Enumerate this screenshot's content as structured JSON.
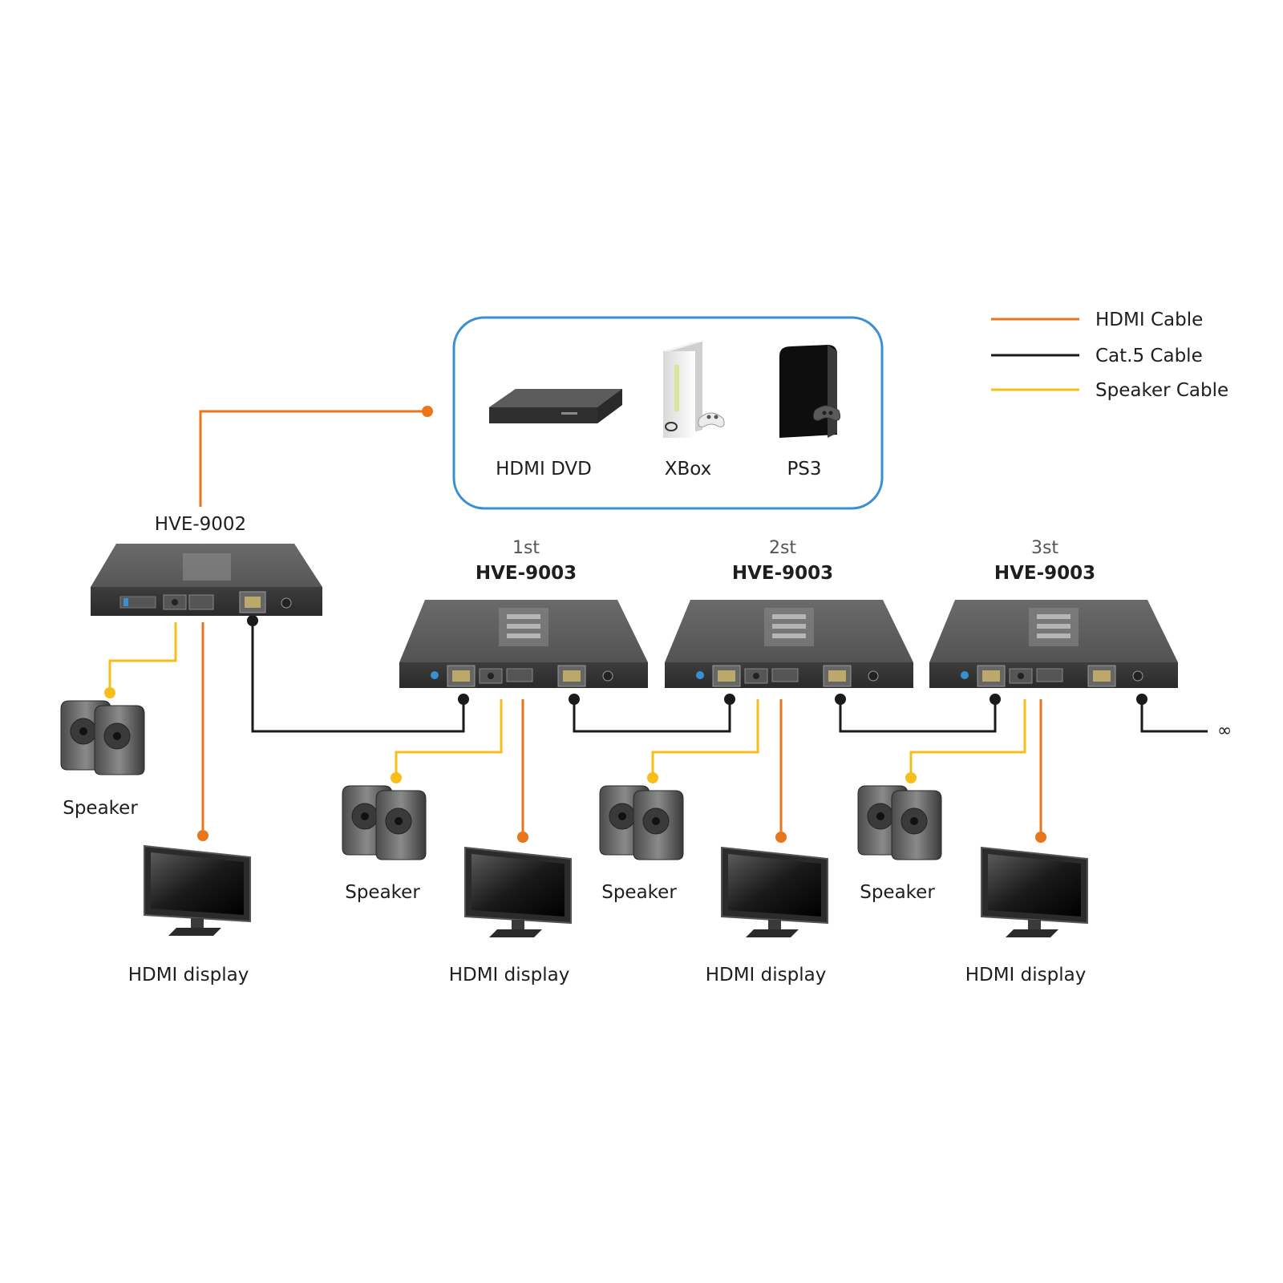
{
  "colors": {
    "hdmi": "#E8761C",
    "cat5": "#1a1a1a",
    "speaker": "#F5BE1A",
    "source_box_border": "#3A8FD0",
    "device_body": "#4a4a4a"
  },
  "legend": [
    {
      "label": "HDMI Cable",
      "color": "#E8761C"
    },
    {
      "label": "Cat.5 Cable",
      "color": "#1a1a1a"
    },
    {
      "label": "Speaker Cable",
      "color": "#F5BE1A"
    }
  ],
  "sources": [
    {
      "label": "HDMI DVD",
      "icon": "dvd-player-icon"
    },
    {
      "label": "XBox",
      "icon": "xbox-console-icon"
    },
    {
      "label": "PS3",
      "icon": "ps3-console-icon"
    }
  ],
  "transmitter": {
    "model": "HVE-9002"
  },
  "receivers": [
    {
      "order": "1st",
      "model": "HVE-9003"
    },
    {
      "order": "2st",
      "model": "HVE-9003"
    },
    {
      "order": "3st",
      "model": "HVE-9003"
    }
  ],
  "speaker_label": "Speaker",
  "display_label": "HDMI display",
  "chain_end_symbol": "∞"
}
